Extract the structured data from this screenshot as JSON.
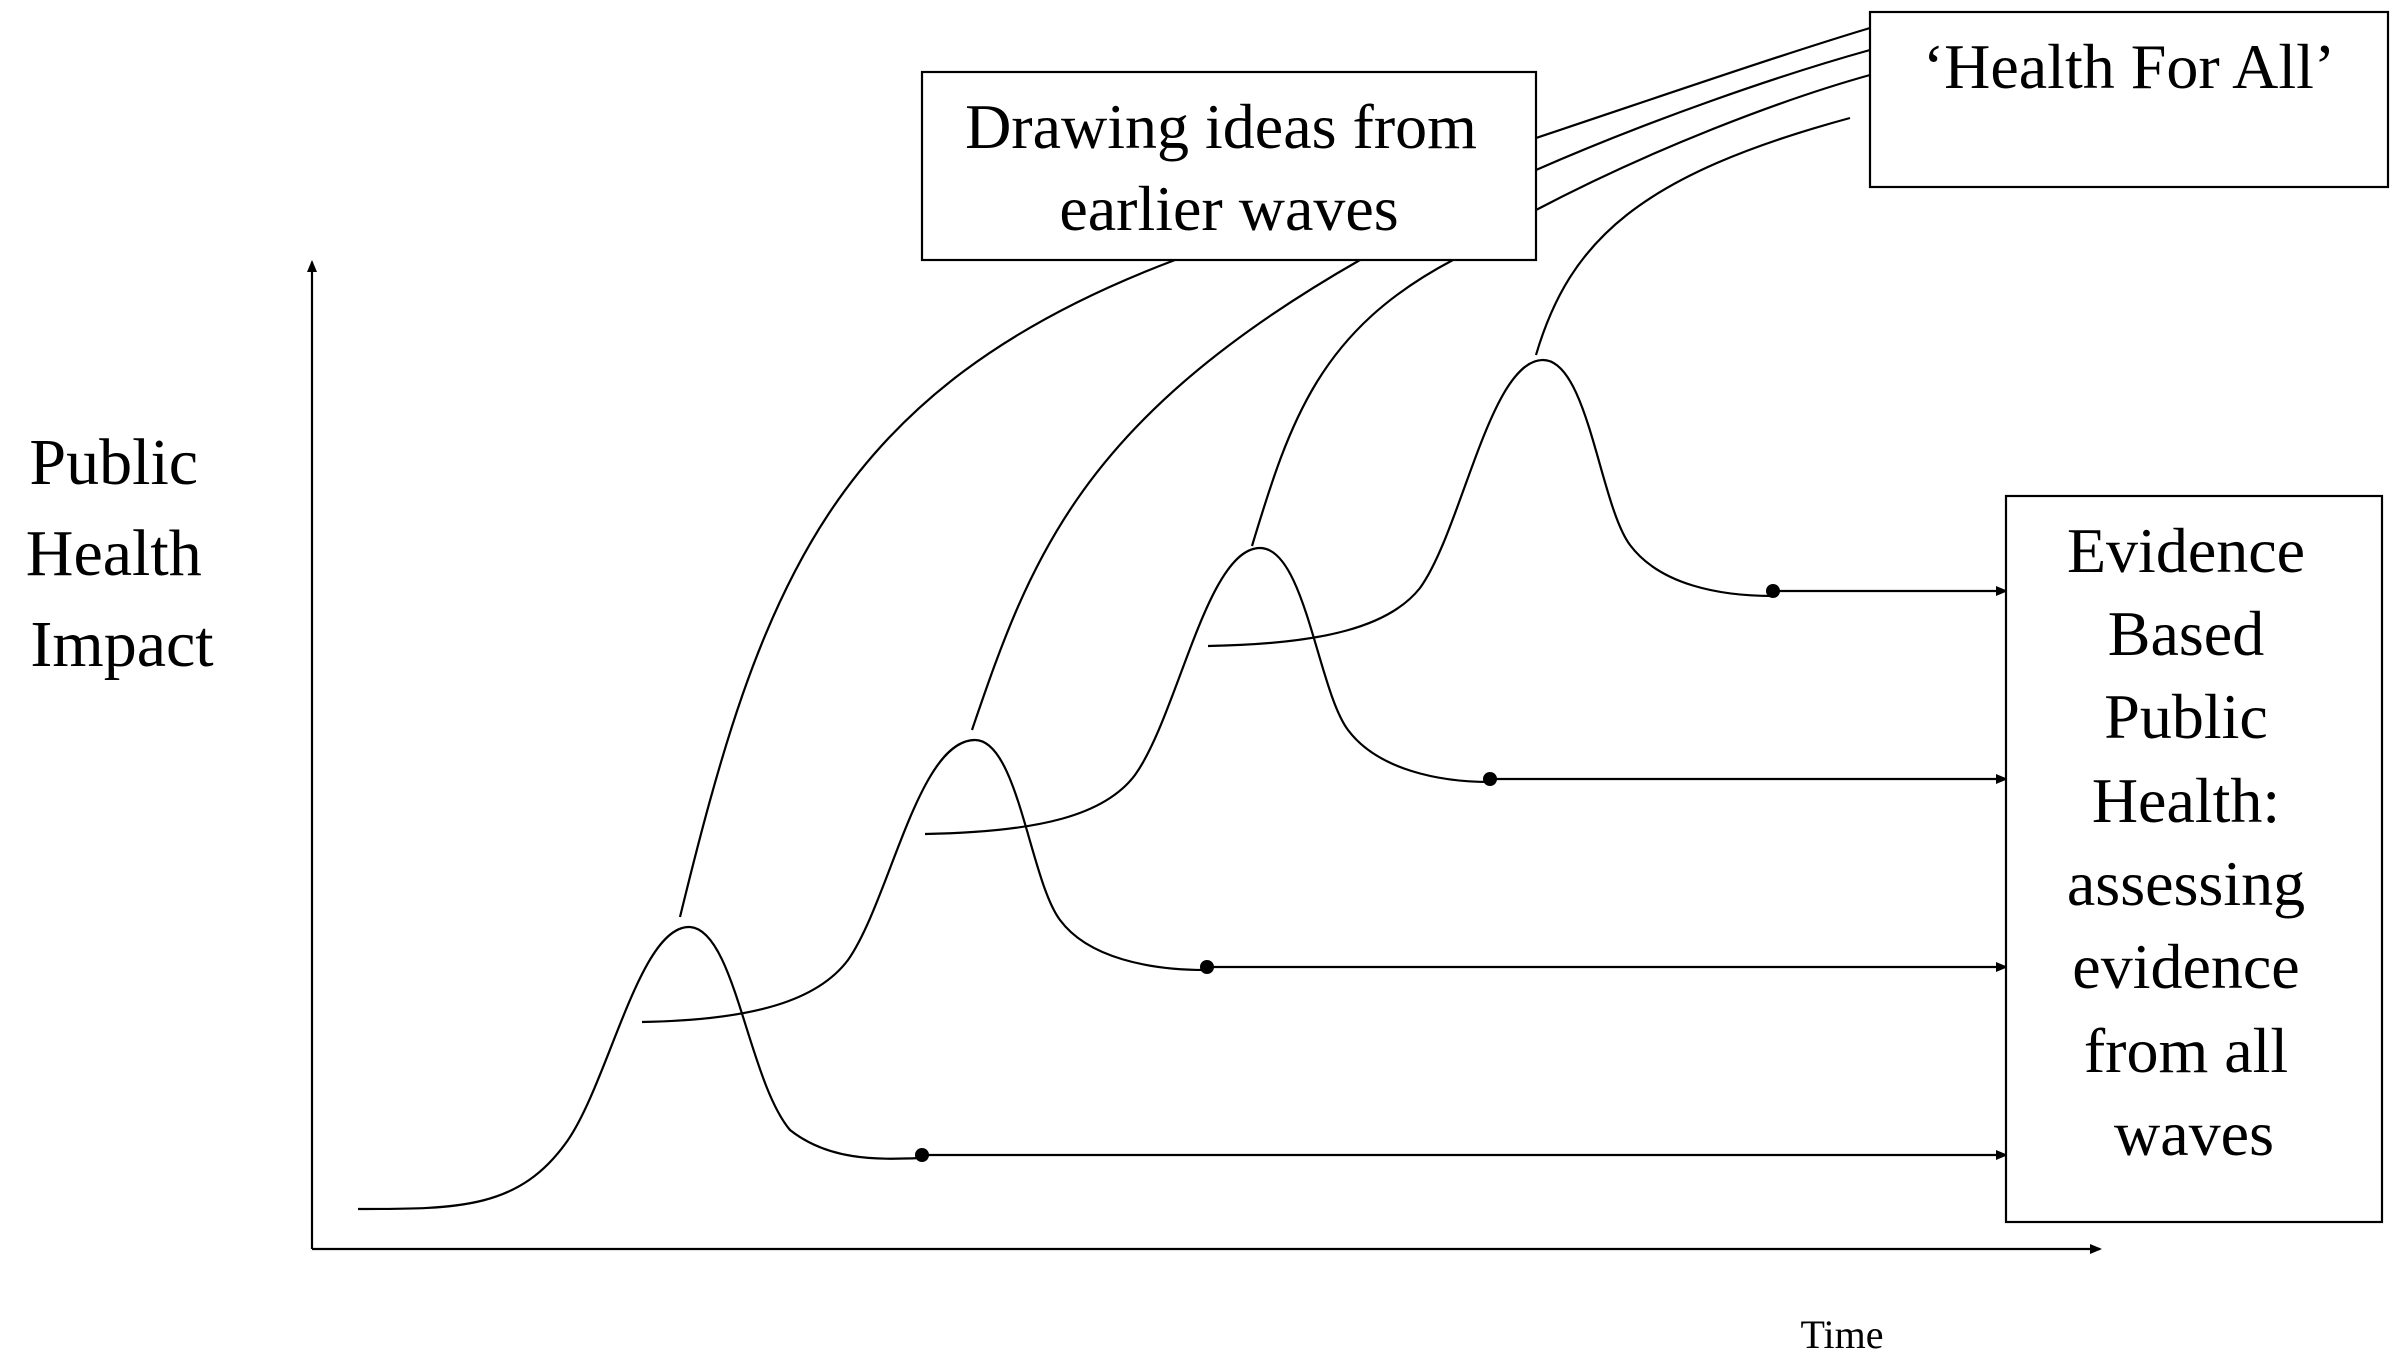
{
  "axes": {
    "y_label_lines": [
      "Public",
      "Health",
      "Impact"
    ],
    "x_label": "Time"
  },
  "boxes": {
    "drawing_ideas": {
      "lines": [
        "Drawing ideas from",
        "earlier waves"
      ]
    },
    "health_for_all": {
      "text": "‘Health For All’"
    },
    "evidence_based": {
      "lines": [
        "Evidence",
        "Based",
        "Public",
        "Health:",
        "assessing",
        "evidence",
        "from all",
        "waves"
      ]
    }
  },
  "waves": {
    "count": 4
  },
  "colors": {
    "line": "#000000",
    "background": "#ffffff"
  }
}
